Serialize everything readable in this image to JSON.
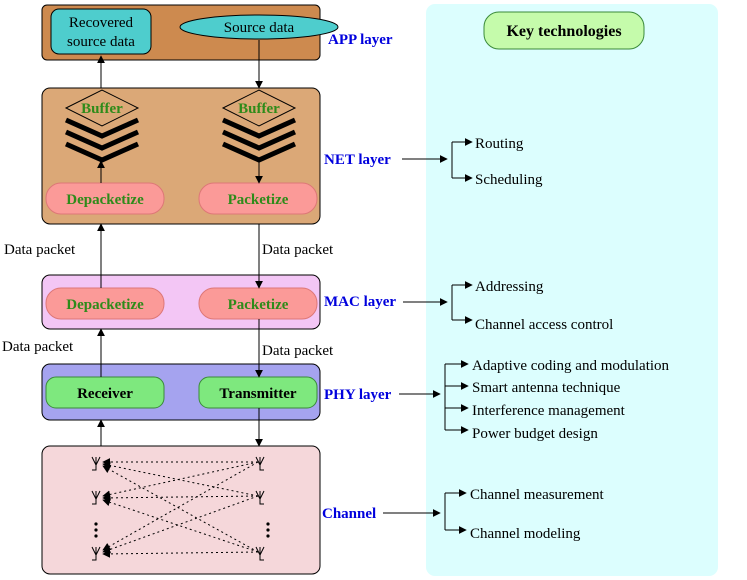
{
  "layers": {
    "app": "APP layer",
    "net": "NET layer",
    "mac": "MAC layer",
    "phy": "PHY layer",
    "channel": "Channel"
  },
  "app_box": {
    "recovered": [
      "Recovered",
      "source data"
    ],
    "source": "Source data"
  },
  "net_box": {
    "buffer_left": "Buffer",
    "buffer_right": "Buffer",
    "depacketize": "Depacketize",
    "packetize": "Packetize"
  },
  "mac_box": {
    "depacketize": "Depacketize",
    "packetize": "Packetize"
  },
  "phy_box": {
    "receiver": "Receiver",
    "transmitter": "Transmitter"
  },
  "packet_labels": {
    "net_mac_left": "Data packet",
    "net_mac_right": "Data packet",
    "mac_phy_left": "Data packet",
    "mac_phy_right": "Data packet"
  },
  "key_tech": {
    "title": "Key technologies",
    "net": [
      "Routing",
      "Scheduling"
    ],
    "mac": [
      "Addressing",
      "Channel access control"
    ],
    "phy": [
      "Adaptive coding and modulation",
      "Smart antenna technique",
      "Interference management",
      "Power budget design"
    ],
    "channel": [
      "Channel measurement",
      "Channel modeling"
    ]
  },
  "colors": {
    "app_bg": "#cd8a4f",
    "net_bg": "#dba877",
    "mac_bg": "#f3c6f5",
    "phy_bg": "#a5a3ef",
    "channel_bg": "#f5d7da",
    "cyan_fill": "#4ecdcd",
    "pink_pill": "#fb9a98",
    "green_pill": "#7ee87e",
    "key_panel": "#dcfefe",
    "key_title_bg": "#c5fbab",
    "label_blue": "#0000dd",
    "label_green": "#2e8b1a"
  }
}
